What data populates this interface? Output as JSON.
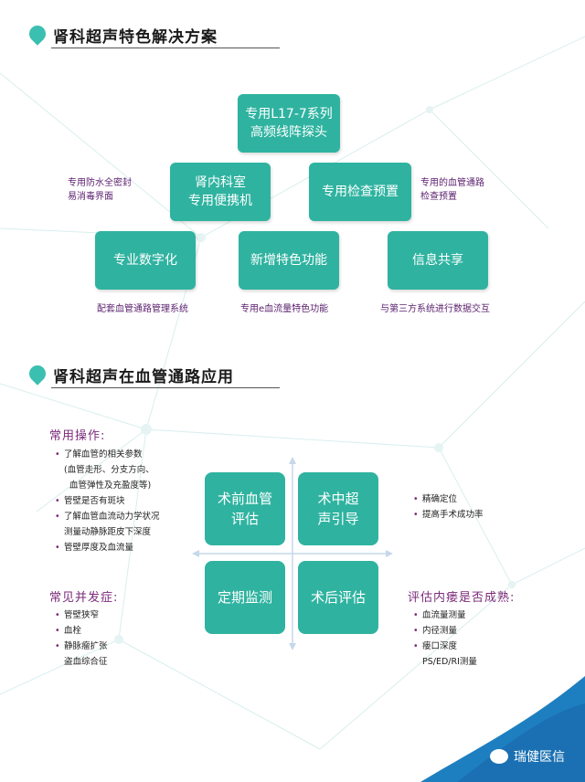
{
  "section1": {
    "title": "肾科超声特色解决方案",
    "top_box": "专用L17-7系列\n高频线阵探头",
    "mid_left_box": "肾内科室\n专用便携机",
    "mid_right_box": "专用检查预置",
    "bottom_boxes": [
      "专业数字化",
      "新增特色功能",
      "信息共享"
    ],
    "note_left": "专用防水全密封\n易消毒界面",
    "note_right": "专用的血管通路\n检查预置",
    "bottom_notes": [
      "配套血管通路管理系统",
      "专用e血流量特色功能",
      "与第三方系统进行数据交互"
    ]
  },
  "section2": {
    "title": "肾科超声在血管通路应用",
    "common_ops": {
      "title": "常用操作:",
      "items": [
        {
          "text": "了解血管的相关参数",
          "bullet": true
        },
        {
          "text": "(血管走形、分支方向、",
          "bullet": false
        },
        {
          "text": "血管弹性及充盈度等)",
          "bullet": false
        },
        {
          "text": "管壁是否有斑块",
          "bullet": true
        },
        {
          "text": "了解血管血流动力学状况",
          "bullet": true
        },
        {
          "text": "测量动静脉距皮下深度",
          "bullet": false
        },
        {
          "text": "管壁厚度及血流量",
          "bullet": true
        }
      ]
    },
    "complications": {
      "title": "常见并发症:",
      "items": [
        {
          "text": "管壁狭窄",
          "bullet": true
        },
        {
          "text": "血栓",
          "bullet": true
        },
        {
          "text": "静脉瘤扩张",
          "bullet": true
        },
        {
          "text": "盗血综合征",
          "bullet": false
        }
      ]
    },
    "quadrants": [
      "术前血管\n评估",
      "术中超\n声引导",
      "定期监测",
      "术后评估"
    ],
    "guide_items": [
      {
        "text": "精确定位",
        "bullet": true
      },
      {
        "text": "提高手术成功率",
        "bullet": true
      }
    ],
    "fistula": {
      "title": "评估内瘘是否成熟:",
      "items": [
        {
          "text": "血流量测量",
          "bullet": true
        },
        {
          "text": "内径测量",
          "bullet": true
        },
        {
          "text": "瘘口深度",
          "bullet": true
        },
        {
          "text": "PS/ED/RI测量",
          "bullet": false
        }
      ]
    }
  },
  "watermark": "瑞健医信",
  "colors": {
    "accent": "#2fb3a0",
    "purple": "#7a2a7a",
    "wave": "#1e7fc0"
  }
}
